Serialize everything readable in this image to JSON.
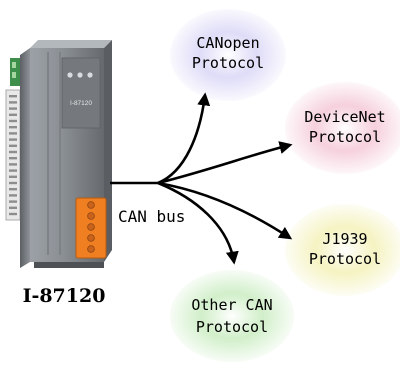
{
  "device": {
    "model_label": "I-87120",
    "panel_text": "I-87120",
    "colors": {
      "body": "#7d8287",
      "body_highlight": "#a7acb1",
      "body_shadow": "#55595d",
      "terminal": "#f07f22",
      "board": "#3e8f4b"
    }
  },
  "bus": {
    "label": "CAN bus",
    "line_color": "#000000"
  },
  "protocols": [
    {
      "line1": "CANopen",
      "line2": "Protocol",
      "color": "#d9d6f6"
    },
    {
      "line1": "DeviceNet",
      "line2": "Protocol",
      "color": "#f4c8d6"
    },
    {
      "line1": "J1939",
      "line2": "Protocol",
      "color": "#f3f1b7"
    },
    {
      "line1": "Other CAN",
      "line2": "Protocol",
      "color": "#c9ecc0"
    }
  ]
}
